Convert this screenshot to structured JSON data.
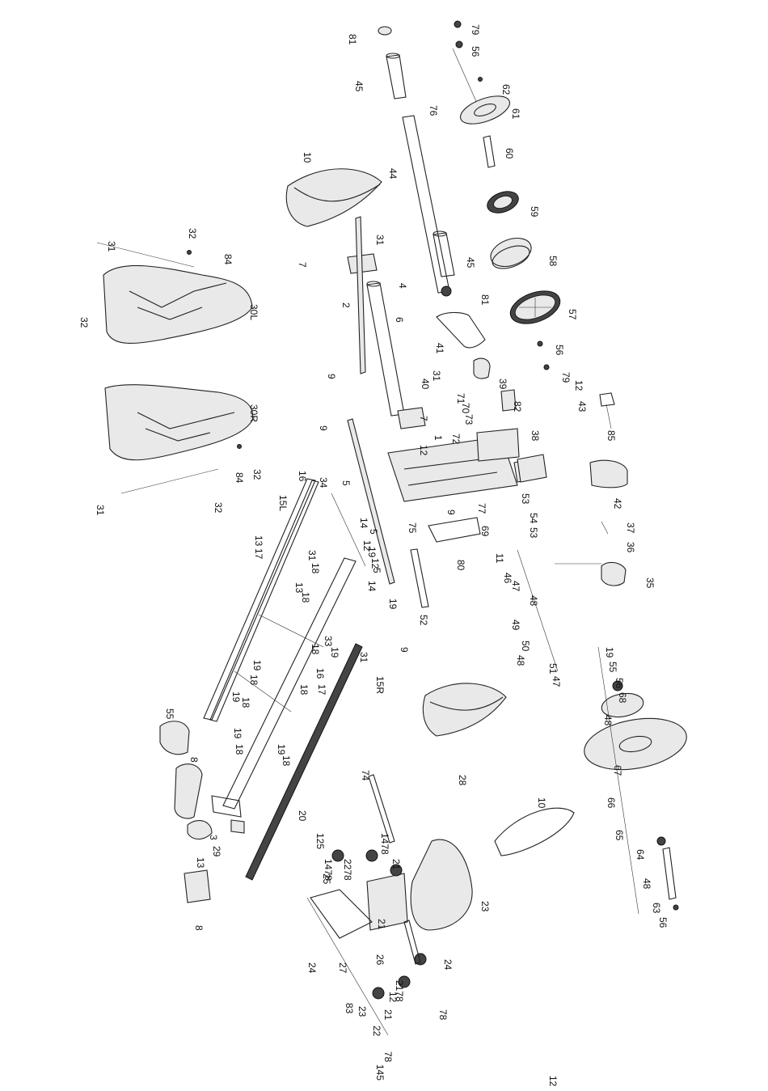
{
  "diagram": {
    "labels": [
      "79",
      "56",
      "62",
      "76",
      "61",
      "60",
      "59",
      "58",
      "57",
      "56",
      "79",
      "12",
      "43",
      "85",
      "81",
      "45",
      "44",
      "45",
      "81",
      "10",
      "31",
      "4",
      "6",
      "7",
      "2",
      "41",
      "40",
      "31",
      "39",
      "82",
      "71",
      "70",
      "73",
      "72",
      "1",
      "12",
      "9",
      "7",
      "9",
      "38",
      "42",
      "53",
      "54",
      "53",
      "37",
      "36",
      "35",
      "32",
      "31",
      "84",
      "30L",
      "32",
      "30R",
      "32",
      "84",
      "32",
      "31",
      "16",
      "15L",
      "34",
      "5",
      "14",
      "5",
      "12",
      "13",
      "17",
      "31",
      "18",
      "19",
      "12",
      "5",
      "14",
      "13",
      "18",
      "19",
      "9",
      "75",
      "77",
      "69",
      "80",
      "11",
      "46",
      "47",
      "48",
      "49",
      "50",
      "48",
      "51",
      "47",
      "52",
      "9",
      "33",
      "19",
      "18",
      "31",
      "15R",
      "16",
      "17",
      "18",
      "19",
      "18",
      "19",
      "18",
      "19",
      "18",
      "19",
      "18",
      "19",
      "55",
      "56",
      "68",
      "48",
      "67",
      "66",
      "65",
      "64",
      "48",
      "63",
      "56",
      "55",
      "8",
      "3",
      "29",
      "13",
      "8",
      "28",
      "10",
      "74",
      "20",
      "125",
      "1478",
      "1478",
      "2278",
      "21",
      "21",
      "25",
      "23",
      "26",
      "24",
      "2178",
      "24",
      "27",
      "83",
      "23",
      "22",
      "78",
      "145",
      "12",
      "21",
      "78",
      "12"
    ]
  }
}
